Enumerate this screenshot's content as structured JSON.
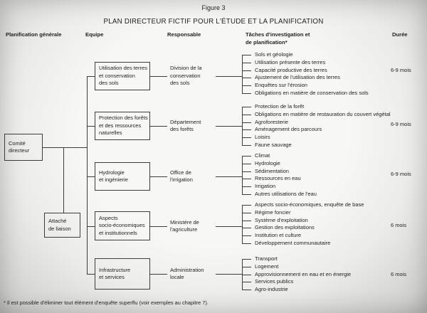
{
  "figure_label": "Figure 3",
  "title": "PLAN DIRECTEUR FICTIF POUR L'ÉTUDE ET LA PLANIFICATION",
  "columns": {
    "planification": "Planification générale",
    "equipe": "Equipe",
    "responsable": "Responsable",
    "taches": "Tâches d'investigation et\nde planification*",
    "duree": "Durée"
  },
  "left": {
    "comite": "Comité\ndirecteur",
    "attache": "Attaché\nde liaison"
  },
  "groups": [
    {
      "team": "Utilisation des terres\net conservation\ndes sols",
      "responsable": "Division de la\nconservation\ndes sols",
      "tasks": [
        "Sols et géologie",
        "Utilisation présente des terres",
        "Capacité productive des terres",
        "Ajustement de l'utilisation des terres",
        "Enquêtes sur l'érosion",
        "Obligations en matière de conservation des sols"
      ],
      "duration": "6-9 mois"
    },
    {
      "team": "Protection des forêts\net des ressources\nnaturelles",
      "responsable": "Département\ndes forêts",
      "tasks": [
        "Protection de la forêt",
        "Obligations en matière de restauration du couvert végétal",
        "Agroforesterie",
        "Aménagement des parcours",
        "Loisirs",
        "Faune sauvage"
      ],
      "duration": "6-9 mois"
    },
    {
      "team": "Hydrologie\net ingénierie",
      "responsable": "Office de\nl'irrigation",
      "tasks": [
        "Climat",
        "Hydrologie",
        "Sédimentation",
        "Ressources en eau",
        "Irrigation",
        "Autres utilisations de l'eau"
      ],
      "duration": "6-9 mois"
    },
    {
      "team": "Aspects\nsocio-économiques\net institutionnels",
      "responsable": "Ministère de\nl'agriculture",
      "tasks": [
        "Aspects socio-économiques, enquête de base",
        "Régime foncier",
        "Système d'exploitation",
        "Gestion des exploitations",
        "Institution et culture",
        "Développement communautaire"
      ],
      "duration": "6 mois"
    },
    {
      "team": "Infrastructure\net services",
      "responsable": "Administration\nlocale",
      "tasks": [
        "Transport",
        "Logement",
        "Approvisionnement en eau et en énergie",
        "Services publics",
        "Agro-industrie"
      ],
      "duration": "6 mois"
    }
  ],
  "footnote": "* Il est possible d'éliminer tout élément d'enquête superflu (voir exemples au chapitre 7)."
}
